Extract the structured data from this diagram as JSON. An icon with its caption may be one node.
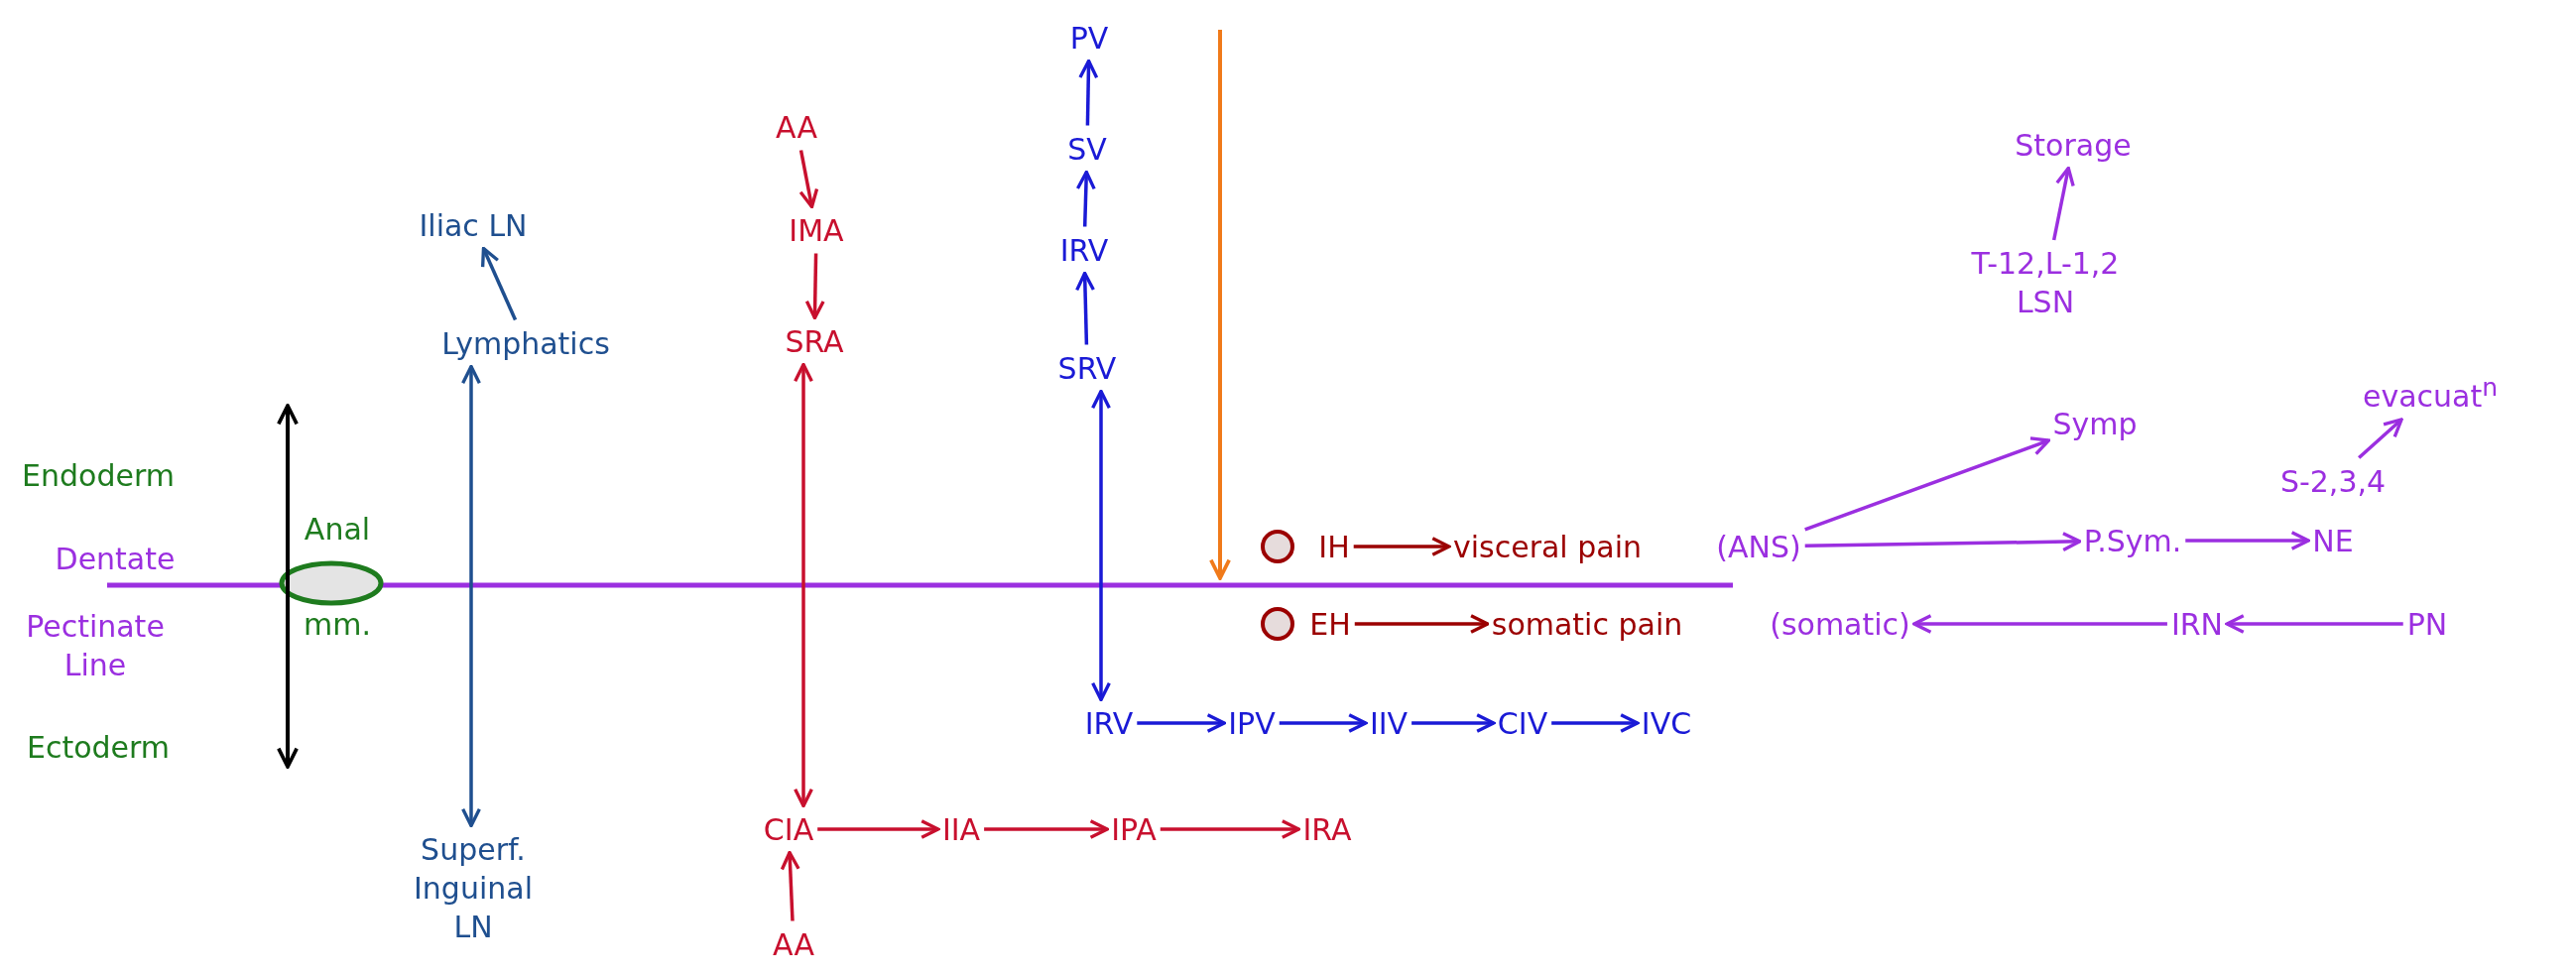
{
  "diagram": {
    "nodes": [
      {
        "text": [
          "PV"
        ]
      },
      {
        "text": [
          "AA"
        ]
      },
      {
        "text": [
          "SV"
        ]
      },
      {
        "text": [
          "Storage"
        ]
      },
      {
        "text": [
          "Iliac LN"
        ]
      },
      {
        "text": [
          "IMA"
        ]
      },
      {
        "text": [
          "IRV"
        ]
      },
      {
        "text": [
          "T-12,L-1,2",
          "LSN"
        ]
      },
      {
        "text": [
          "Lymphatics"
        ]
      },
      {
        "text": [
          "SRA"
        ]
      },
      {
        "text": [
          "SRV"
        ]
      },
      {
        "text": [
          "Symp"
        ]
      },
      {
        "text": [
          "evacuat$^{n}$"
        ]
      },
      {
        "text": [
          "S-2,3,4"
        ]
      },
      {
        "text": [
          "IH"
        ]
      },
      {
        "text": [
          "visceral pain"
        ]
      },
      {
        "text": [
          "(ANS)"
        ]
      },
      {
        "text": [
          "P.Sym."
        ]
      },
      {
        "text": [
          "NE"
        ]
      },
      {
        "text": [
          "EH"
        ]
      },
      {
        "text": [
          "somatic pain"
        ]
      },
      {
        "text": [
          "(somatic)"
        ]
      },
      {
        "text": [
          "IRN"
        ]
      },
      {
        "text": [
          "PN"
        ]
      },
      {
        "text": [
          "IRV"
        ]
      },
      {
        "text": [
          "IPV"
        ]
      },
      {
        "text": [
          "IIV"
        ]
      },
      {
        "text": [
          "CIV"
        ]
      },
      {
        "text": [
          "IVC"
        ]
      },
      {
        "text": [
          "CIA"
        ]
      },
      {
        "text": [
          "IIA"
        ]
      },
      {
        "text": [
          "IPA"
        ]
      },
      {
        "text": [
          "IRA"
        ]
      },
      {
        "text": [
          "Superf. Inguinal LN"
        ]
      },
      {
        "text": [
          "AA"
        ]
      }
    ],
    "edges": [
      {
        "from": 8,
        "to": 4,
        "arrow": "to",
        "color": "#1f4f8f"
      },
      {
        "from": 1,
        "to": 5,
        "arrow": "to",
        "color": "#c8102e"
      },
      {
        "from": 5,
        "to": 9,
        "arrow": "to",
        "color": "#c8102e"
      },
      {
        "from": 10,
        "to": 6,
        "arrow": "to",
        "color": "#1a1ad6"
      },
      {
        "from": 6,
        "to": 2,
        "arrow": "to",
        "color": "#1a1ad6"
      },
      {
        "from": 2,
        "to": 0,
        "arrow": "to",
        "color": "#1a1ad6"
      },
      {
        "from": 7,
        "to": 3,
        "arrow": "to",
        "color": "#9b2fe0"
      },
      {
        "from": 13,
        "to": 12,
        "arrow": "to",
        "color": "#9b2fe0"
      },
      {
        "from": 14,
        "to": 15,
        "arrow": "to",
        "color": "#9b0000"
      },
      {
        "from": 16,
        "to": 11,
        "arrow": "to",
        "color": "#9b2fe0"
      },
      {
        "from": 16,
        "to": 17,
        "arrow": "to",
        "color": "#9b2fe0"
      },
      {
        "from": 17,
        "to": 18,
        "arrow": "to",
        "color": "#9b2fe0"
      },
      {
        "from": 19,
        "to": 20,
        "arrow": "to",
        "color": "#9b0000"
      },
      {
        "from": 23,
        "to": 22,
        "arrow": "to",
        "color": "#9b2fe0"
      },
      {
        "from": 22,
        "to": 21,
        "arrow": "to",
        "color": "#9b2fe0"
      },
      {
        "from": 8,
        "to": 33,
        "arrow": "both",
        "color": "#1f4f8f"
      },
      {
        "from": 9,
        "to": 29,
        "arrow": "both",
        "color": "#c8102e"
      },
      {
        "from": 10,
        "to": 24,
        "arrow": "both",
        "color": "#1a1ad6"
      },
      {
        "from": 24,
        "to": 25,
        "arrow": "to",
        "color": "#1a1ad6"
      },
      {
        "from": 25,
        "to": 26,
        "arrow": "to",
        "color": "#1a1ad6"
      },
      {
        "from": 26,
        "to": 27,
        "arrow": "to",
        "color": "#1a1ad6"
      },
      {
        "from": 27,
        "to": 28,
        "arrow": "to",
        "color": "#1a1ad6"
      },
      {
        "from": 29,
        "to": 30,
        "arrow": "to",
        "color": "#c8102e"
      },
      {
        "from": 30,
        "to": 31,
        "arrow": "to",
        "color": "#c8102e"
      },
      {
        "from": 31,
        "to": 32,
        "arrow": "to",
        "color": "#c8102e"
      },
      {
        "from": 34,
        "to": 29,
        "arrow": "to",
        "color": "#c8102e"
      }
    ],
    "labels": [
      "Endoderm",
      "Anal",
      "Dentate",
      "Pectinate Line",
      "mm.",
      "Ectoderm"
    ]
  }
}
